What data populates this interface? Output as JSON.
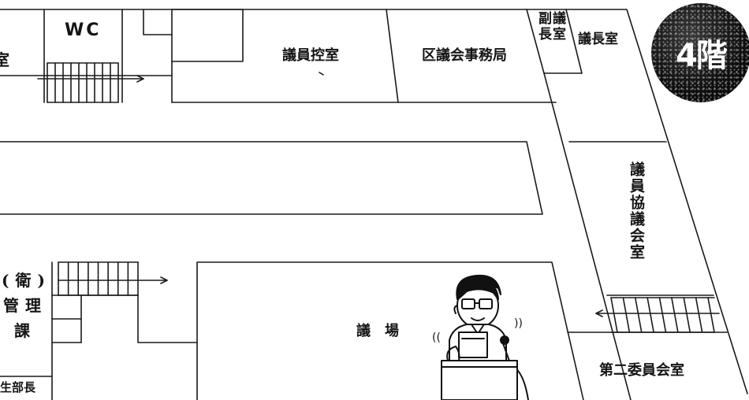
{
  "floor_badge": "4階",
  "rooms": {
    "left_cut_room": "室",
    "wc": "WC",
    "members_waiting_room": "議員控室",
    "secretariat": "区議会事務局",
    "vice_chair_room": "副議長室",
    "chair_room": "議長室",
    "council_meeting_room": "議員協議会室",
    "assembly_hall": "議　場",
    "committee_room_2": "第二委員会室",
    "sanitation_division": "(衛)管理課",
    "health_director": "生部長"
  },
  "illustration": {
    "subject": "speaker-at-podium",
    "speech_marks_left": "((",
    "speech_marks_right": "))"
  }
}
